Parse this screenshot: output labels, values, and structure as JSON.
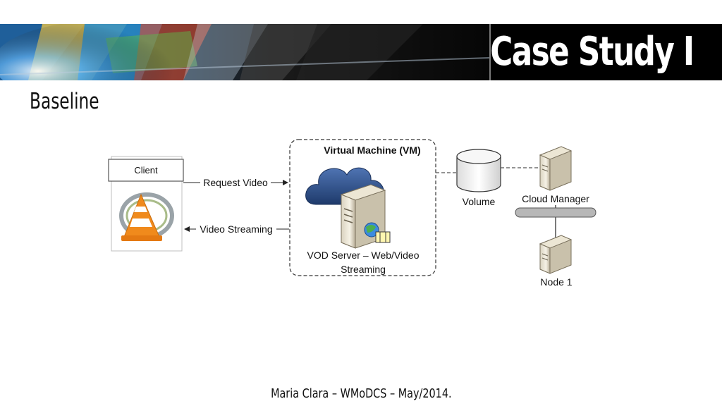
{
  "header": {
    "title": "Case Study I"
  },
  "section": {
    "title": "Baseline"
  },
  "diagram": {
    "client_label": "Client",
    "request_label": "Request Video",
    "streaming_label": "Video Streaming",
    "vm_title": "Virtual Machine (VM)",
    "vod_line1": "VOD Server – Web/Video",
    "vod_line2": "Streaming",
    "volume_label": "Volume",
    "cloud_manager_label": "Cloud Manager",
    "node_label": "Node 1"
  },
  "footer": {
    "text": "Maria Clara – WMoDCS – May/2014."
  },
  "colors": {
    "banner": "#000000",
    "cloud": "#2d4e86",
    "vlc_orange": "#f08a1c",
    "bus": "#b7b7b7"
  }
}
